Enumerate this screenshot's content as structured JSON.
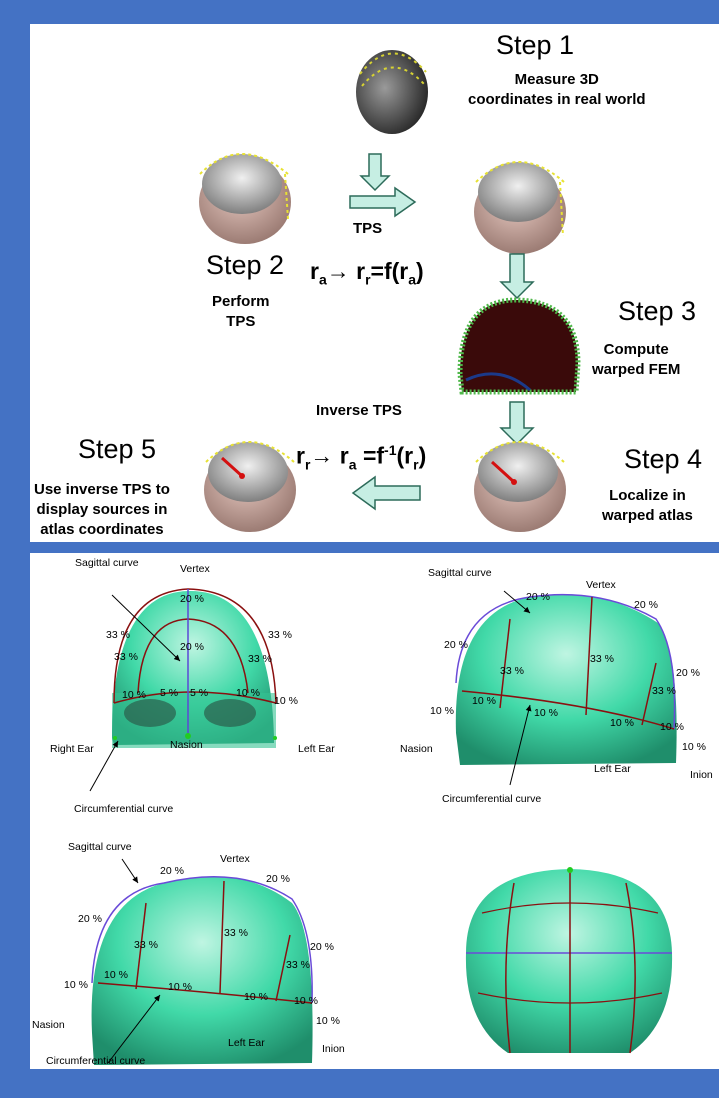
{
  "top": {
    "step1": {
      "title": "Step 1",
      "desc": [
        "Measure 3D",
        "coordinates in real world"
      ]
    },
    "step2": {
      "title": "Step 2",
      "desc": [
        "Perform",
        "TPS"
      ]
    },
    "step3": {
      "title": "Step 3",
      "desc": [
        "Compute",
        "warped FEM"
      ]
    },
    "step4": {
      "title": "Step 4",
      "desc": [
        "Localize in",
        "warped atlas"
      ]
    },
    "step5": {
      "title": "Step 5",
      "desc": [
        "Use inverse TPS to",
        "display sources in",
        "atlas coordinates"
      ]
    },
    "tps_label": "TPS",
    "inverse_label": "Inverse TPS",
    "eq1": {
      "r": "r",
      "a": "a",
      "arrow": "→",
      "r2": "r",
      "r_sub": "r",
      "eq": "=f(r",
      "a2": "a",
      "close": ")"
    },
    "eq2": {
      "r": "r",
      "r_sub": "r",
      "arrow": "→",
      "r2": "r",
      "a": "a",
      "eq": "=f",
      "sup": "-1",
      "open": "(r",
      "r_sub2": "r",
      "close": ")"
    }
  },
  "bottom": {
    "front": {
      "sagittal": "Sagittal curve",
      "vertex": "Vertex",
      "p20top": "20 %",
      "p20in": "20 %",
      "p33a": "33 %",
      "p33b": "33 %",
      "p33c": "33 %",
      "p33d": "33 %",
      "p10a": "10 %",
      "p5a": "5 %",
      "p5b": "5 %",
      "p10b": "10 %",
      "p10c": "10 %",
      "right_ear": "Right Ear",
      "nasion": "Nasion",
      "left_ear": "Left Ear",
      "circ": "Circumferential curve"
    },
    "side1": {
      "sagittal": "Sagittal curve",
      "p20a": "20 %",
      "vertex": "Vertex",
      "p20b": "20 %",
      "p20c": "20 %",
      "p20d": "20 %",
      "p33a": "33 %",
      "p33b": "33 %",
      "p33c": "33 %",
      "p10a": "10 %",
      "p10b": "10 %",
      "p10c": "10 %",
      "p10d": "10 %",
      "p10e": "10 %",
      "p10f": "10 %",
      "nasion": "Nasion",
      "left_ear": "Left Ear",
      "inion": "Inion",
      "circ": "Circumferential curve"
    },
    "side2": {
      "sagittal": "Sagittal curve",
      "p20a": "20 %",
      "vertex": "Vertex",
      "p20b": "20 %",
      "p20c": "20 %",
      "p20d": "20 %",
      "p33a": "33 %",
      "p33b": "33 %",
      "p33c": "33 %",
      "p10a": "10 %",
      "p10b": "10 %",
      "p10c": "10 %",
      "p10d": "10 %",
      "p10e": "10 %",
      "p10f": "10 %",
      "nasion": "Nasion",
      "left_ear": "Left Ear",
      "inion": "Inion",
      "circ": "Circumferential curve"
    }
  },
  "colors": {
    "bg": "#4472c4",
    "arrow_fill": "#c6eee3",
    "arrow_stroke": "#2d6b5a",
    "head_green": "#3fd6a5",
    "curve_red": "#b01010",
    "curve_blue": "#6a4bd8"
  }
}
